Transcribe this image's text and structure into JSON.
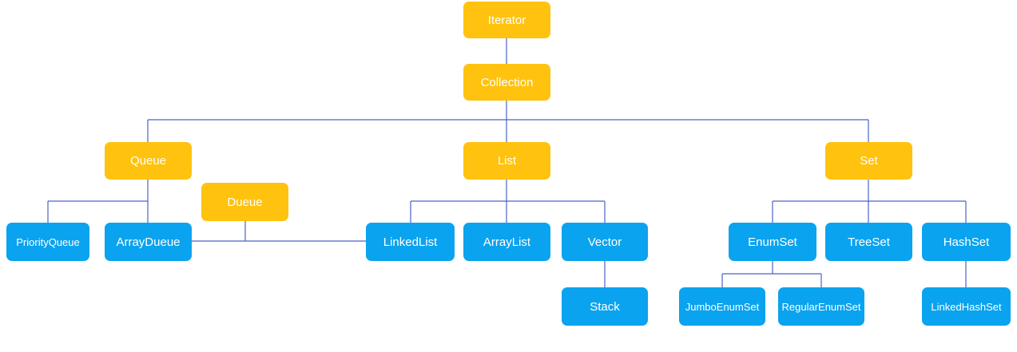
{
  "diagram": {
    "colors": {
      "interface_fill": "#ffc20e",
      "implementation_fill": "#0aa3ef",
      "text": "#ffffff",
      "connector": "#4a63c7"
    },
    "nodes": {
      "iterator": "Iterator",
      "collection": "Collection",
      "queue": "Queue",
      "list": "List",
      "set": "Set",
      "dueue": "Dueue",
      "priorityqueue": "PriorityQueue",
      "arraydueue": "ArrayDueue",
      "linkedlist": "LinkedList",
      "arraylist": "ArrayList",
      "vector": "Vector",
      "enumset": "EnumSet",
      "treeset": "TreeSet",
      "hashset": "HashSet",
      "stack": "Stack",
      "jumboenumset": "JumboEnumSet",
      "regularenumset": "RegularEnumSet",
      "linkedhashset": "LinkedHashSet"
    },
    "edges": [
      [
        "iterator",
        "collection"
      ],
      [
        "collection",
        "queue"
      ],
      [
        "collection",
        "list"
      ],
      [
        "collection",
        "set"
      ],
      [
        "queue",
        "priorityqueue"
      ],
      [
        "queue",
        "arraydueue"
      ],
      [
        "dueue",
        "arraydueue"
      ],
      [
        "dueue",
        "linkedlist"
      ],
      [
        "list",
        "linkedlist"
      ],
      [
        "list",
        "arraylist"
      ],
      [
        "list",
        "vector"
      ],
      [
        "vector",
        "stack"
      ],
      [
        "set",
        "enumset"
      ],
      [
        "set",
        "treeset"
      ],
      [
        "set",
        "hashset"
      ],
      [
        "enumset",
        "jumboenumset"
      ],
      [
        "enumset",
        "regularenumset"
      ],
      [
        "hashset",
        "linkedhashset"
      ]
    ]
  }
}
